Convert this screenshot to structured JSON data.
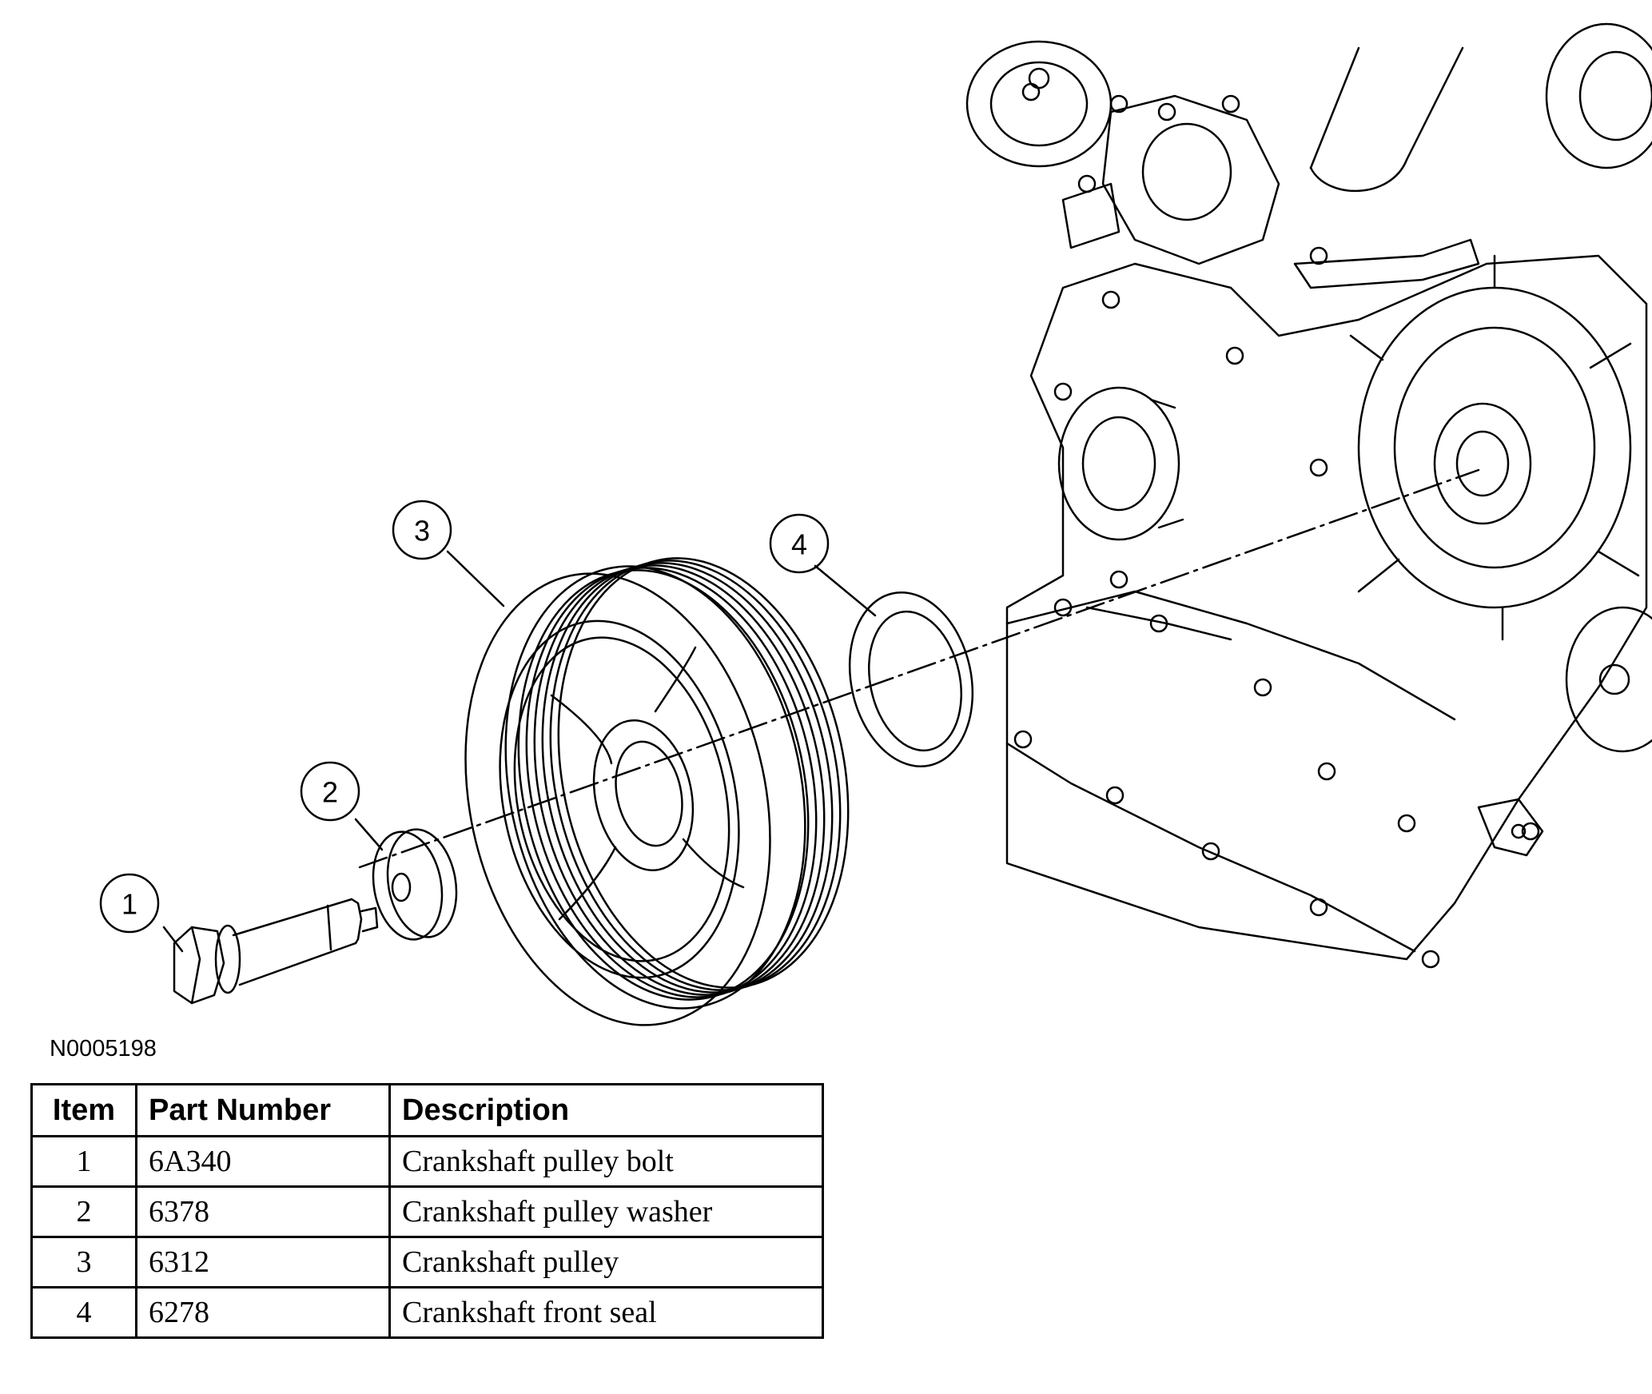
{
  "figure_id": "N0005198",
  "callouts": [
    {
      "number": "1",
      "part": "Crankshaft pulley bolt"
    },
    {
      "number": "2",
      "part": "Crankshaft pulley washer"
    },
    {
      "number": "3",
      "part": "Crankshaft pulley"
    },
    {
      "number": "4",
      "part": "Crankshaft front seal"
    }
  ],
  "table": {
    "headers": [
      "Item",
      "Part Number",
      "Description"
    ],
    "rows": [
      {
        "item": "1",
        "part_number": "6A340",
        "description": "Crankshaft pulley bolt"
      },
      {
        "item": "2",
        "part_number": "6378",
        "description": "Crankshaft pulley washer"
      },
      {
        "item": "3",
        "part_number": "6312",
        "description": "Crankshaft pulley"
      },
      {
        "item": "4",
        "part_number": "6278",
        "description": "Crankshaft front seal"
      }
    ]
  }
}
